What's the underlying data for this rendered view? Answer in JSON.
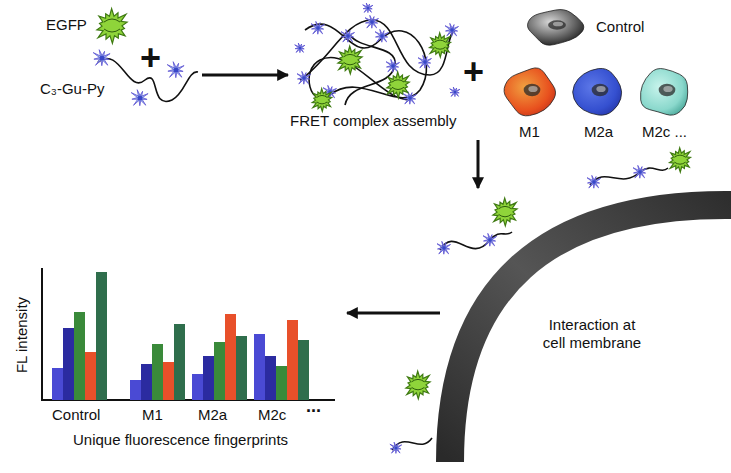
{
  "diagram": {
    "nodes": [
      {
        "text": [
          "C₃-Gu-Py"
        ]
      },
      {
        "text": [
          "FRET complex assembly"
        ]
      },
      {
        "text": [
          "Interaction at cell membrane"
        ]
      },
      {
        "text": [
          "Unique fluorescence fingerprints"
        ]
      }
    ],
    "edges": [
      {
        "from": 0,
        "to": 1,
        "arrow": "to"
      },
      {
        "from": 1,
        "to": 2,
        "arrow": "to"
      },
      {
        "from": 2,
        "to": 3,
        "arrow": "to"
      }
    ],
    "labels": [
      "EGFP",
      "+",
      "+",
      "Control",
      "M1",
      "M2a",
      "M2c ...",
      "FL intensity",
      "Control",
      "M1",
      "M2a",
      "M2c",
      "..."
    ]
  }
}
